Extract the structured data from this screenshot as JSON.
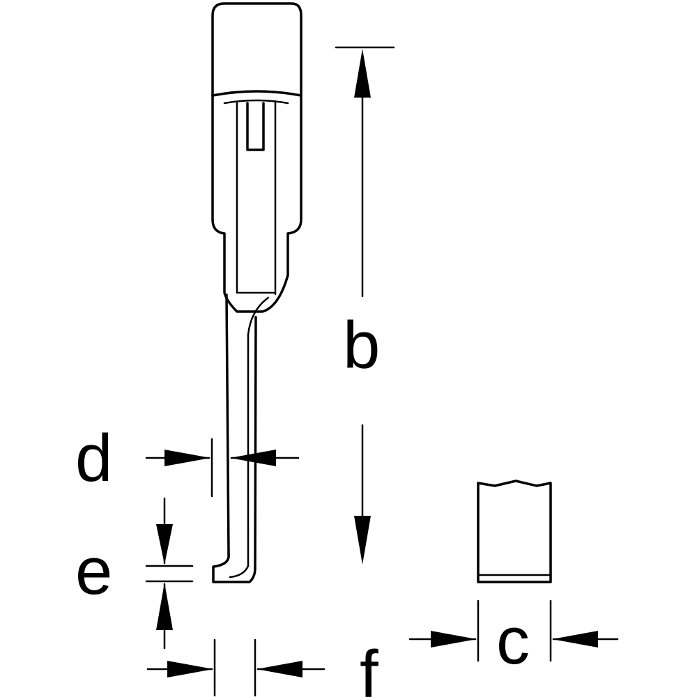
{
  "diagram": {
    "dimension_labels": {
      "b": "b",
      "c": "c",
      "d": "d",
      "e": "e",
      "f": "f"
    },
    "colors": {
      "line": "#000000",
      "background": "#ffffff"
    }
  }
}
